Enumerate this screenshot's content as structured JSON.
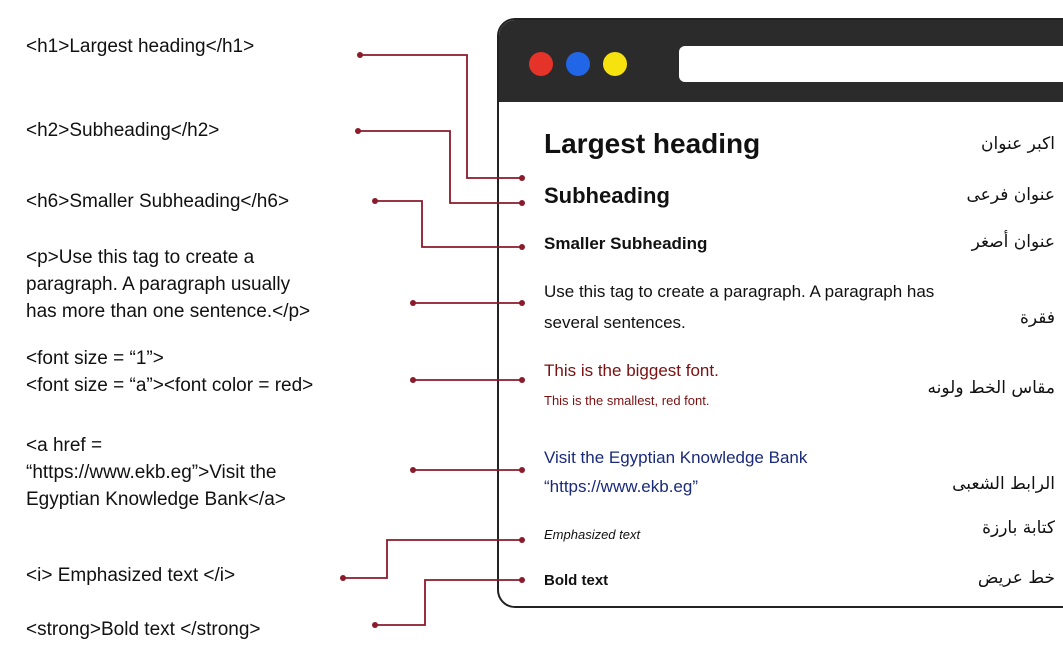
{
  "code_labels": {
    "h1": "<h1>Largest heading</h1>",
    "h2": "<h2>Subheading</h2>",
    "h6": "<h6>Smaller Subheading</h6>",
    "p_line1": "<p>Use this tag to create a",
    "p_line2": "paragraph. A paragraph usually",
    "p_line3": "has more than one sentence.</p>",
    "font_line1": "<font size = “1”>",
    "font_line2": "<font size = “a”><font color = red>",
    "a_line1": "<a href =",
    "a_line2": "“https://www.ekb.eg”>Visit the",
    "a_line3": "Egyptian Knowledge Bank</a>",
    "i": "<i> Emphasized text </i>",
    "strong": "<strong>Bold text </strong>"
  },
  "preview": {
    "largest_heading": "Largest heading",
    "subheading": "Subheading",
    "smaller_subheading": "Smaller Subheading",
    "paragraph_line1": "Use this tag to create a paragraph. A paragraph has",
    "paragraph_line2": "several sentences.",
    "biggest_font": "This is the biggest font.",
    "smallest_font": "This is the smallest, red font.",
    "link_line1": "Visit the Egyptian Knowledge Bank",
    "link_line2": "“https://www.ekb.eg”",
    "emphasized": "Emphasized text",
    "bold": "Bold text"
  },
  "arabic": {
    "largest_heading": "اكبر عنوان",
    "subheading": "عنوان فرعى",
    "smaller_subheading": "عنوان أصغر",
    "paragraph": "فقرة",
    "font": "مقاس الخط ولونه",
    "link": "الرابط الشعبى",
    "emphasized": "كتابة بارزة",
    "bold": "خط عريض"
  },
  "colors": {
    "connector": "#8b1a2b",
    "red_text": "#7a1010",
    "link_text": "#1a2a7a",
    "titlebar": "#2b2b2b",
    "dot_red": "#e53329",
    "dot_blue": "#2266e8",
    "dot_yellow": "#f5e20f"
  }
}
